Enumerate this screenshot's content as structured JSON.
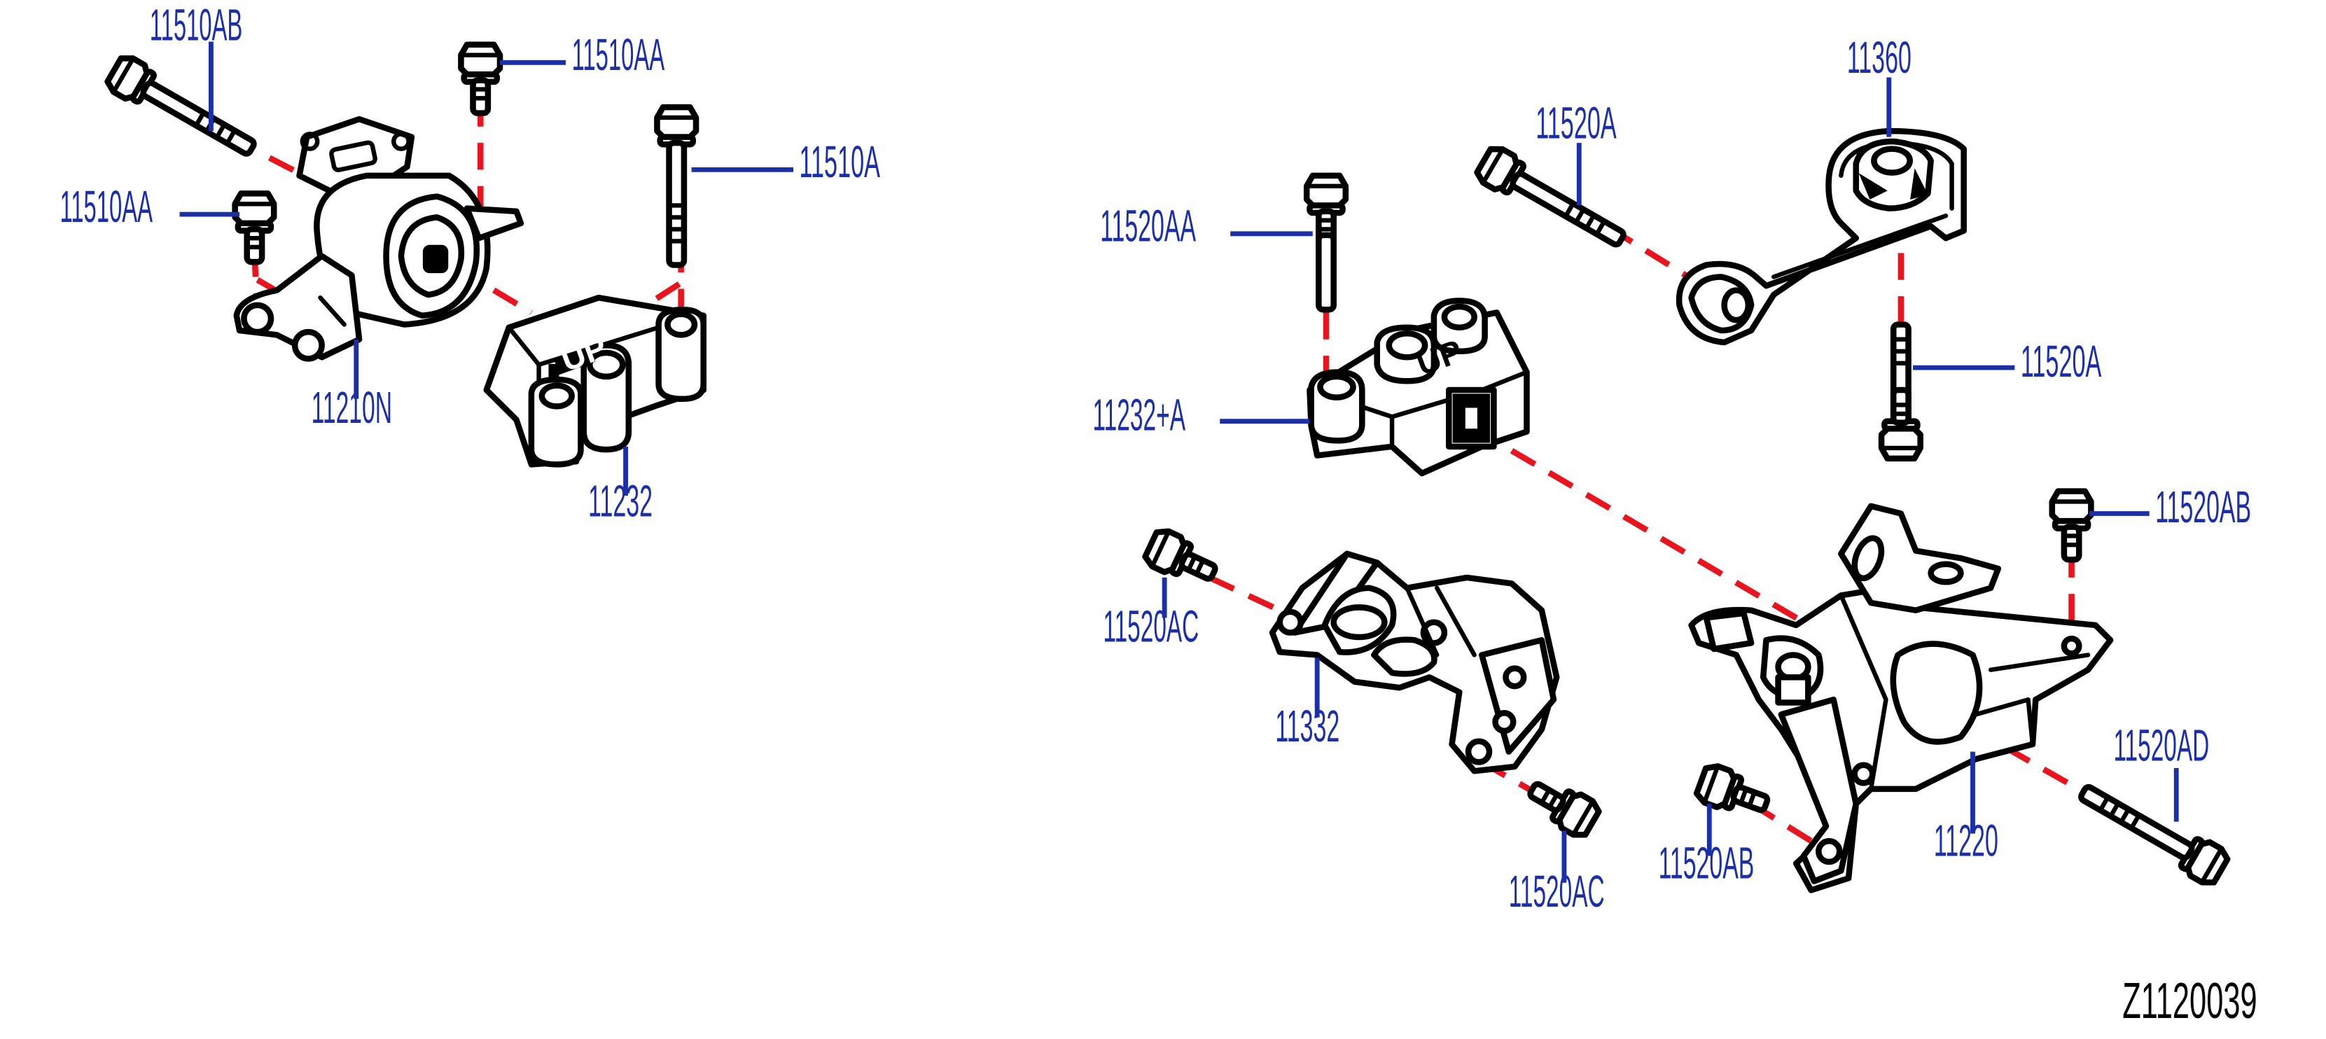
{
  "diagram": {
    "id_text": "Z1120039",
    "stamp_text": "UP",
    "colors": {
      "part_outline": "#000000",
      "label": "#1b2fa8",
      "assembly_line": "#e8141e",
      "background": "#ffffff"
    },
    "labels": {
      "l_11510AB": "11510AB",
      "l_11510AA_top": "11510AA",
      "l_11510A": "11510A",
      "l_11510AA_left": "11510AA",
      "l_11210N": "11210N",
      "l_11232": "11232",
      "l_11360": "11360",
      "l_11520A_top": "11520A",
      "l_11520AA": "11520AA",
      "l_11520A_right": "11520A",
      "l_11232A": "11232+A",
      "l_11520AB_right": "11520AB",
      "l_11520AC_left": "11520AC",
      "l_11332": "11332",
      "l_11520AD": "11520AD",
      "l_11220": "11220",
      "l_11520AB_bottom": "11520AB",
      "l_11520AC_bottom": "11520AC"
    }
  }
}
